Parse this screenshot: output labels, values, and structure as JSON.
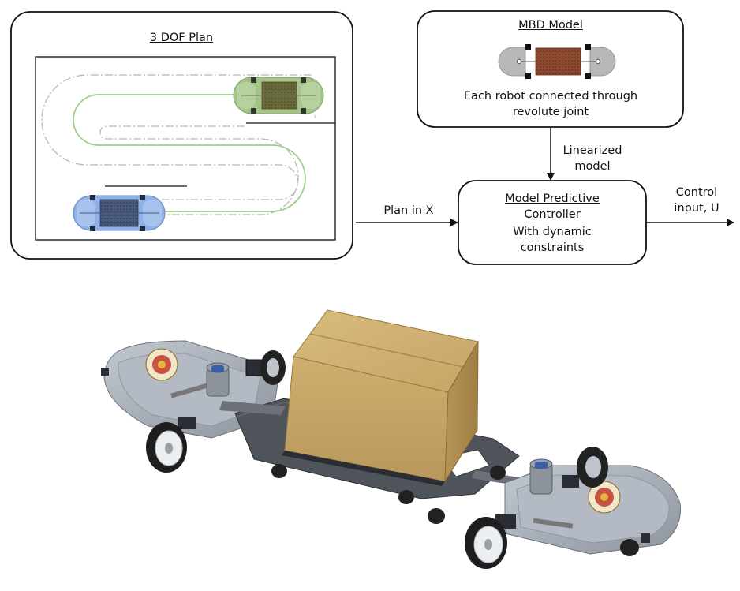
{
  "plan_box": {
    "title": "3 DOF Plan"
  },
  "mbd_box": {
    "title": "MBD Model",
    "caption_line1": "Each robot connected through",
    "caption_line2": "revolute joint"
  },
  "mpc_box": {
    "title_line1": "Model Predictive",
    "title_line2": "Controller",
    "sub_line1": "With dynamic",
    "sub_line2": "constraints"
  },
  "arrows": {
    "plan_label": "Plan in X",
    "linearized_line1": "Linearized",
    "linearized_line2": "model",
    "control_line1": "Control",
    "control_line2": "input, U"
  },
  "colors": {
    "green_robot": "#a6c48a",
    "blue_robot": "#8fb0e6",
    "payload_brown": "#8b4a30",
    "box_cardboard": "#c9a86a",
    "metal": "#aab1bb"
  }
}
